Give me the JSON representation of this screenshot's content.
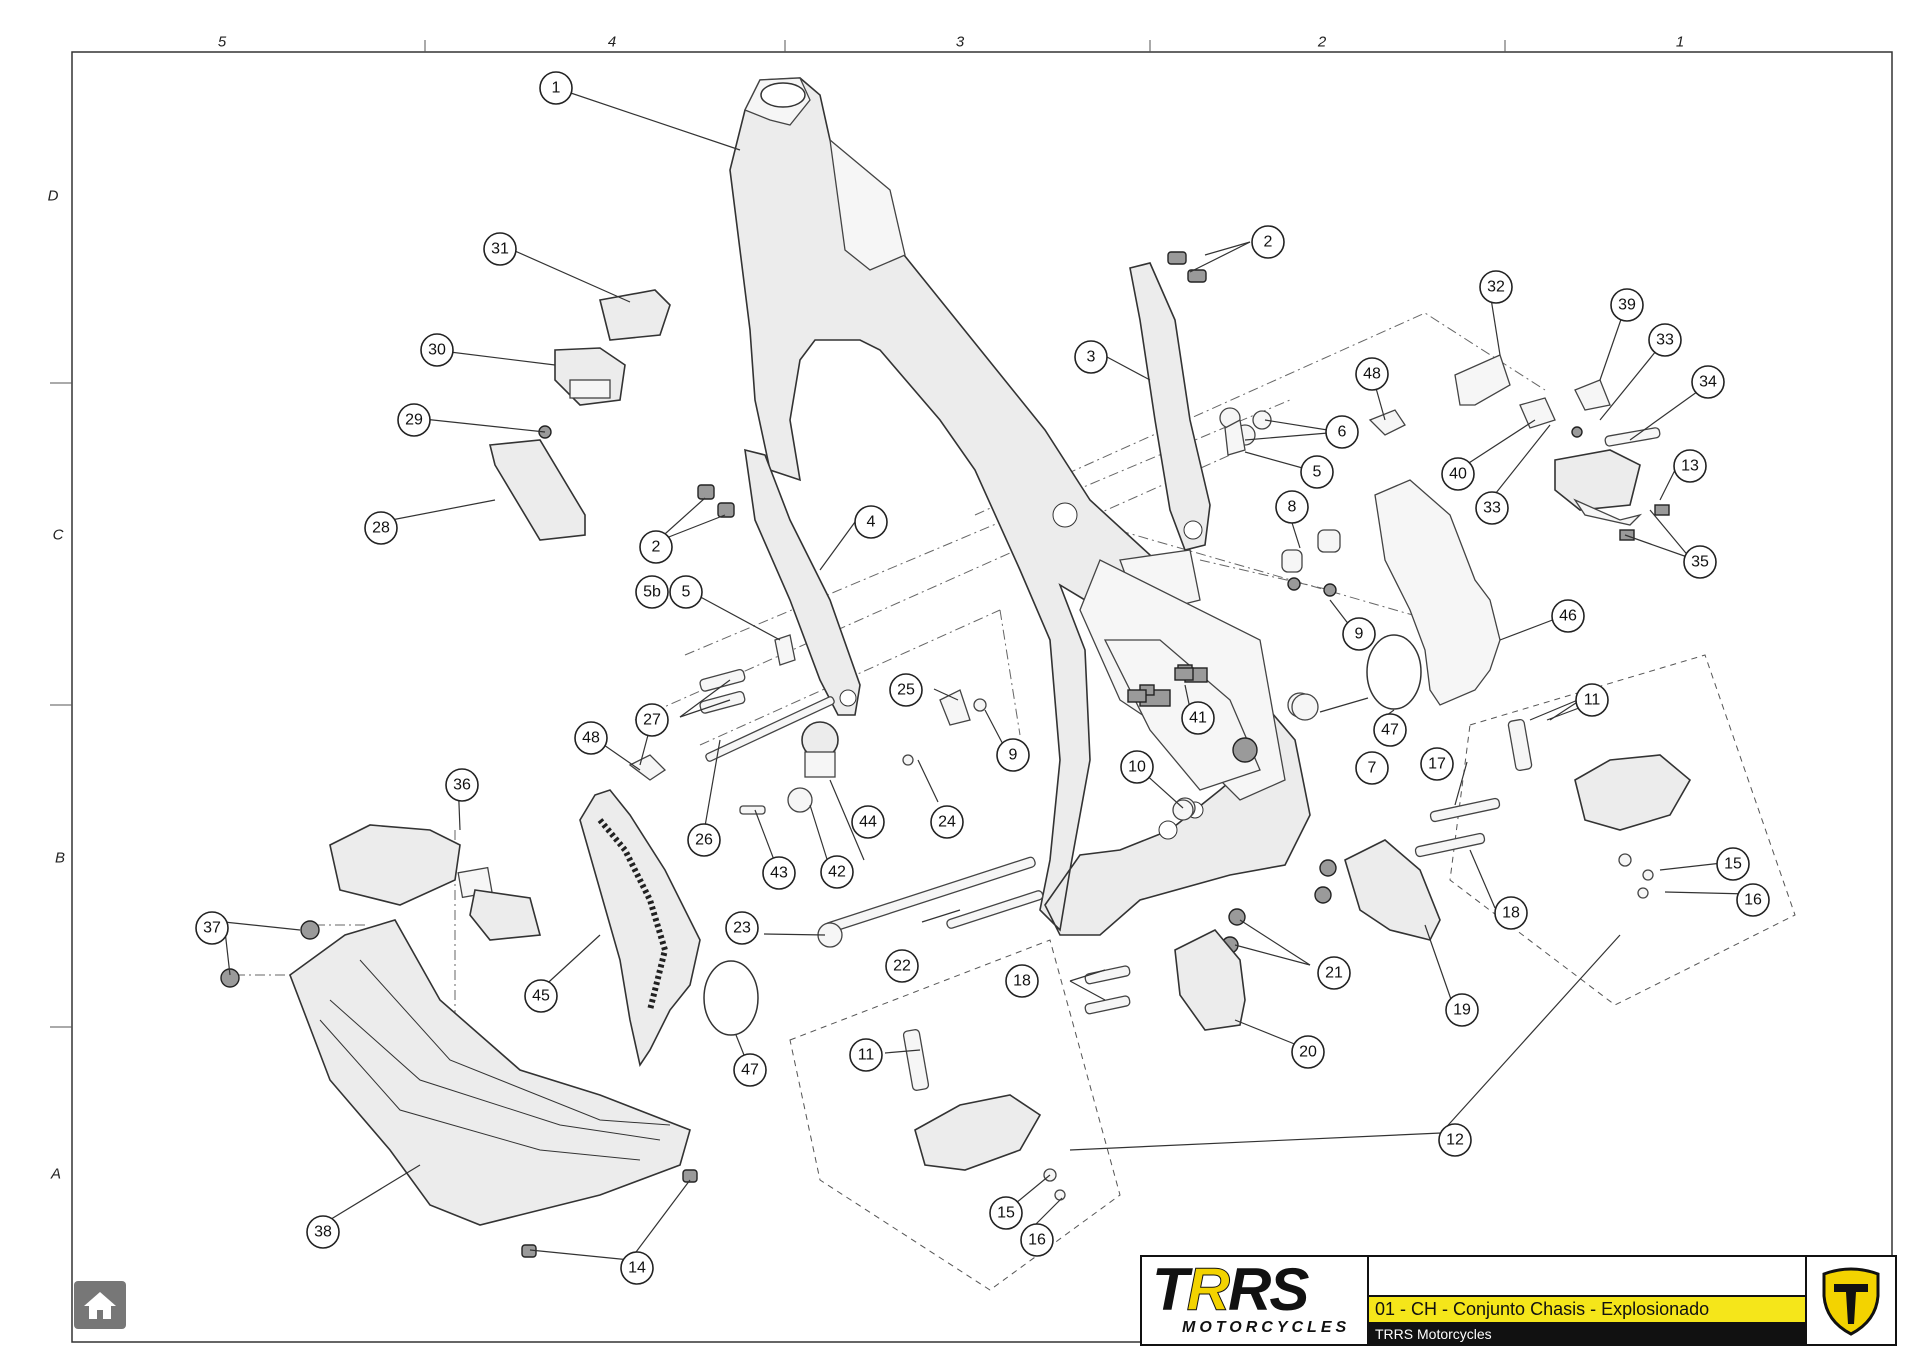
{
  "grid": {
    "columns": [
      "5",
      "4",
      "3",
      "2",
      "1"
    ],
    "rows": [
      "D",
      "C",
      "B",
      "A"
    ]
  },
  "callouts": {
    "c1": "1",
    "c2a": "2",
    "c2b": "2",
    "c3": "3",
    "c4": "4",
    "c5a": "5",
    "c5b": "5",
    "c5d": "5b",
    "c6": "6",
    "c7": "7",
    "c8": "8",
    "c9a": "9",
    "c9b": "9",
    "c10": "10",
    "c11a": "11",
    "c11b": "11",
    "c12": "12",
    "c13": "13",
    "c14": "14",
    "c15a": "15",
    "c15b": "15",
    "c16a": "16",
    "c16b": "16",
    "c17": "17",
    "c18a": "18",
    "c18b": "18",
    "c19": "19",
    "c20": "20",
    "c21": "21",
    "c22": "22",
    "c23": "23",
    "c24": "24",
    "c25": "25",
    "c26": "26",
    "c27": "27",
    "c28": "28",
    "c29": "29",
    "c30": "30",
    "c31": "31",
    "c32": "32",
    "c33a": "33",
    "c33b": "33",
    "c34": "34",
    "c35": "35",
    "c36": "36",
    "c37": "37",
    "c38": "38",
    "c39": "39",
    "c40": "40",
    "c41": "41",
    "c42": "42",
    "c43": "43",
    "c44": "44",
    "c45": "45",
    "c46": "46",
    "c47a": "47",
    "c47b": "47",
    "c48a": "48",
    "c48b": "48"
  },
  "title_block": {
    "logo_main_a": "T",
    "logo_main_b": "R",
    "logo_main_c": "RS",
    "logo_sub": "MOTORCYCLES",
    "drawing_title": "01 - CH - Conjunto Chasis - Explosionado",
    "company": "TRRS Motorcycles"
  },
  "colors": {
    "accent": "#f5e61a",
    "dark": "#111111",
    "home": "#777777"
  },
  "icons": {
    "home": "home-icon",
    "brand": "trrs-emblem-icon"
  }
}
